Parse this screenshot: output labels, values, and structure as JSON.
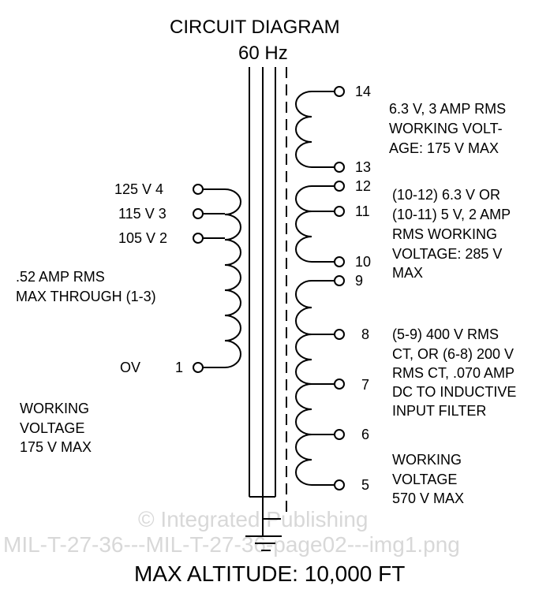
{
  "title": "CIRCUIT DIAGRAM",
  "frequency": "60 Hz",
  "footer": "MAX ALTITUDE: 10,000 FT",
  "watermark": {
    "line1": "© Integrated Publishing",
    "line2": "MIL-T-27-36---MIL-T-27-36-page02---img1.png"
  },
  "primary": {
    "terminals": [
      {
        "label": "125  V  4"
      },
      {
        "label": "115 V  3"
      },
      {
        "label": "105 V  2"
      },
      {
        "label": "OV",
        "number": "1"
      }
    ],
    "note": [
      ".52 AMP RMS",
      "MAX THROUGH (1-3)"
    ],
    "working": [
      "WORKING",
      "VOLTAGE",
      "175  V  MAX"
    ]
  },
  "secondary": {
    "terminals": [
      "14",
      "13",
      "12",
      "11",
      "10",
      "9",
      "8",
      "7",
      "6",
      "5"
    ],
    "notes": [
      [
        "6.3 V, 3 AMP RMS",
        "WORKING VOLT-",
        "AGE: 175 V MAX"
      ],
      [
        "(10-12) 6.3 V OR",
        "(10-11) 5 V, 2 AMP",
        "RMS WORKING",
        "VOLTAGE: 285 V",
        "MAX"
      ],
      [
        "(5-9) 400 V RMS",
        "CT, OR (6-8) 200 V",
        "RMS CT, .070 AMP",
        "DC TO INDUCTIVE",
        "INPUT FILTER"
      ],
      [
        "WORKING",
        "VOLTAGE",
        "570  V  MAX"
      ]
    ]
  }
}
